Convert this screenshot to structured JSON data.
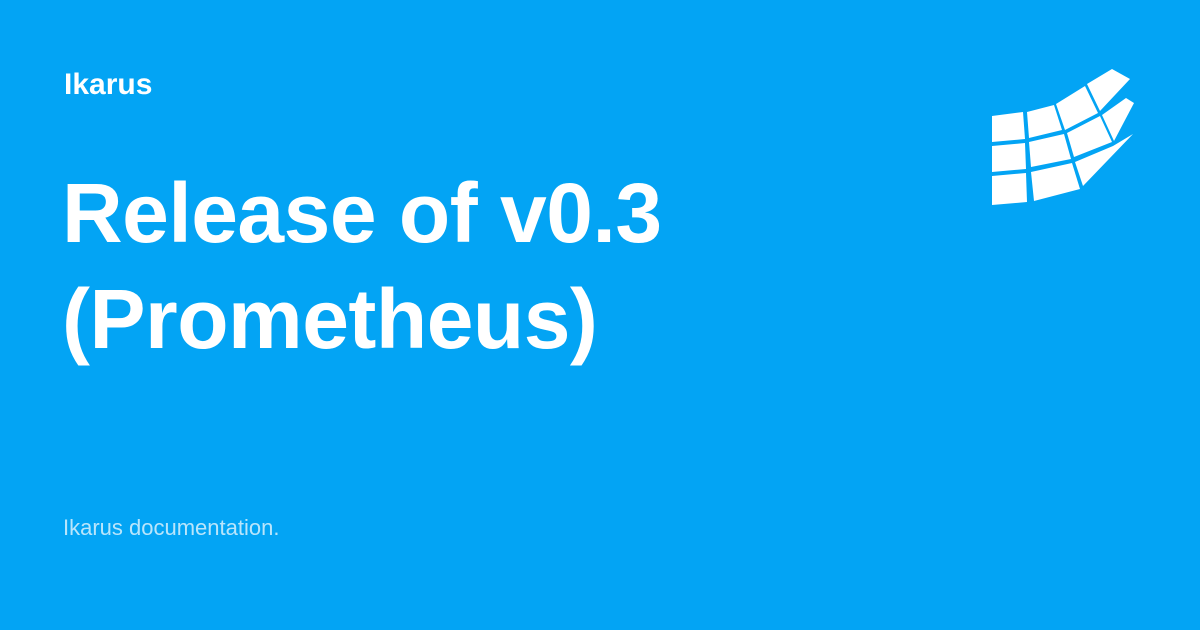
{
  "card": {
    "site_name": "Ikarus",
    "title_lines": [
      "Release of v0.3",
      "(Prometheus)"
    ],
    "description": "Ikarus documentation.",
    "background_color": "#03a4f4",
    "text_color": "#ffffff",
    "logo_icon": "ikarus-grid-logo-icon"
  }
}
